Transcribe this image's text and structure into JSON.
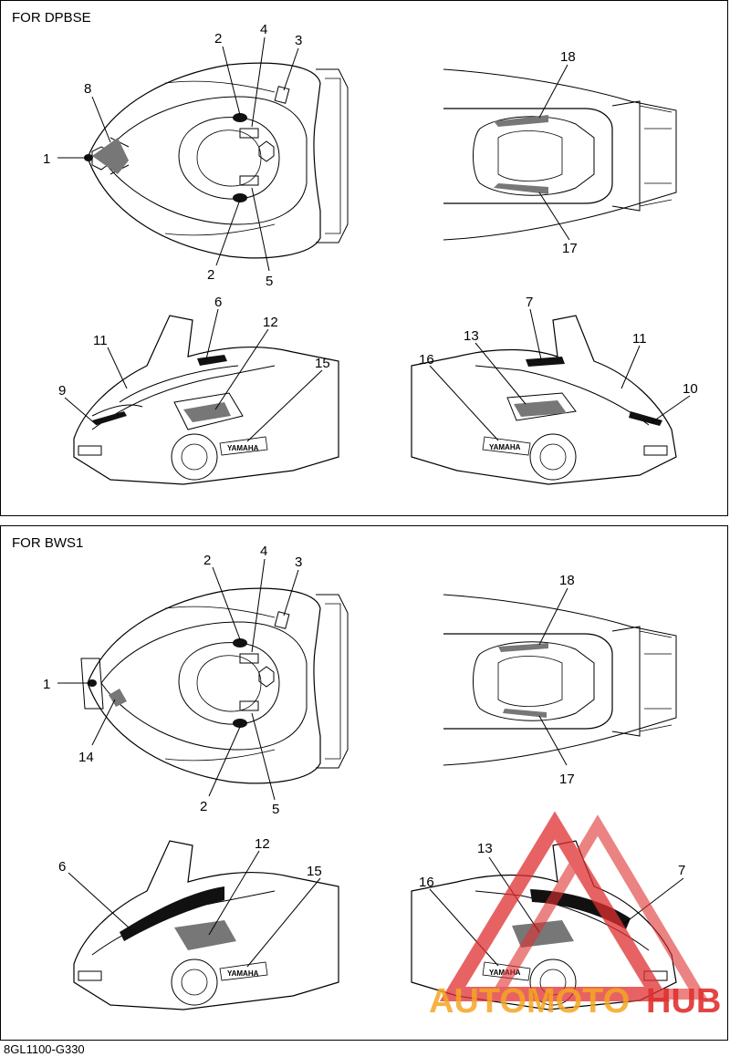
{
  "panels": [
    {
      "title": "FOR DPBSE",
      "callouts": [
        "1",
        "2",
        "4",
        "3",
        "8",
        "2",
        "5",
        "18",
        "17",
        "6",
        "11",
        "12",
        "9",
        "15",
        "7",
        "13",
        "11",
        "16",
        "10"
      ]
    },
    {
      "title": "FOR BWS1",
      "callouts": [
        "2",
        "4",
        "3",
        "1",
        "14",
        "2",
        "5",
        "18",
        "17",
        "6",
        "12",
        "15",
        "13",
        "16",
        "7"
      ]
    }
  ],
  "figure_code": "8GL1100-G330",
  "watermark": {
    "text_part1": "AUTOMOTO",
    "text_part2": "HUB",
    "color_red": "#e03030",
    "color_orange": "#f5a623"
  }
}
